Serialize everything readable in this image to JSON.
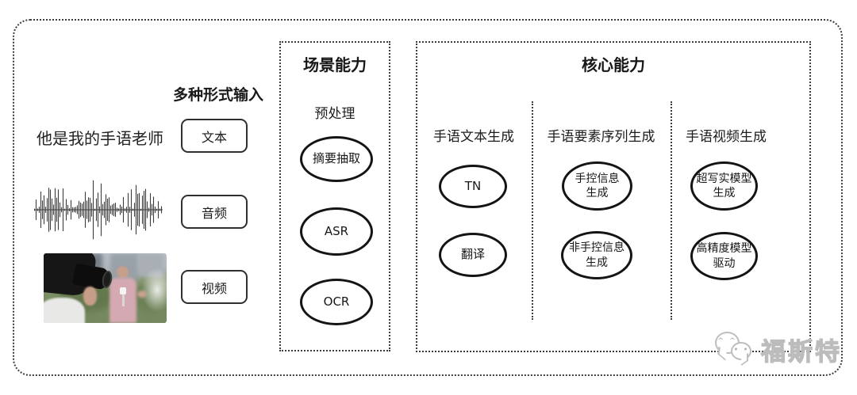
{
  "input_section": {
    "label": "多种形式输入",
    "text_example": "他是我的手语老师",
    "items": [
      {
        "label": "文本"
      },
      {
        "label": "音频"
      },
      {
        "label": "视频"
      }
    ]
  },
  "scene_box": {
    "title": "场景能力",
    "subtitle": "预处理",
    "nodes": [
      "摘要抽取",
      "ASR",
      "OCR"
    ]
  },
  "core_box": {
    "title": "核心能力",
    "columns": [
      {
        "label": "手语文本生成",
        "nodes": [
          "TN",
          "翻译"
        ]
      },
      {
        "label": "手语要素序列生成",
        "nodes": [
          "手控信息\n生成",
          "非手控信息\n生成"
        ]
      },
      {
        "label": "手语视频生成",
        "nodes": [
          "超写实模型\n生成",
          "高精度模型\n驱动"
        ]
      }
    ]
  },
  "watermark": {
    "text": "福斯特"
  },
  "icons": {
    "waveform": "audio-waveform",
    "logo": "chat-bubbles-logo"
  },
  "colors": {
    "border": "#3d3d3d",
    "ellipse_stroke": "#141414",
    "text": "#1f1f1f",
    "watermark_gray": "#bdbdbd",
    "photo_jacket_pink": "#d5a9b2",
    "photo_hedge_green": "#7a8e63"
  }
}
